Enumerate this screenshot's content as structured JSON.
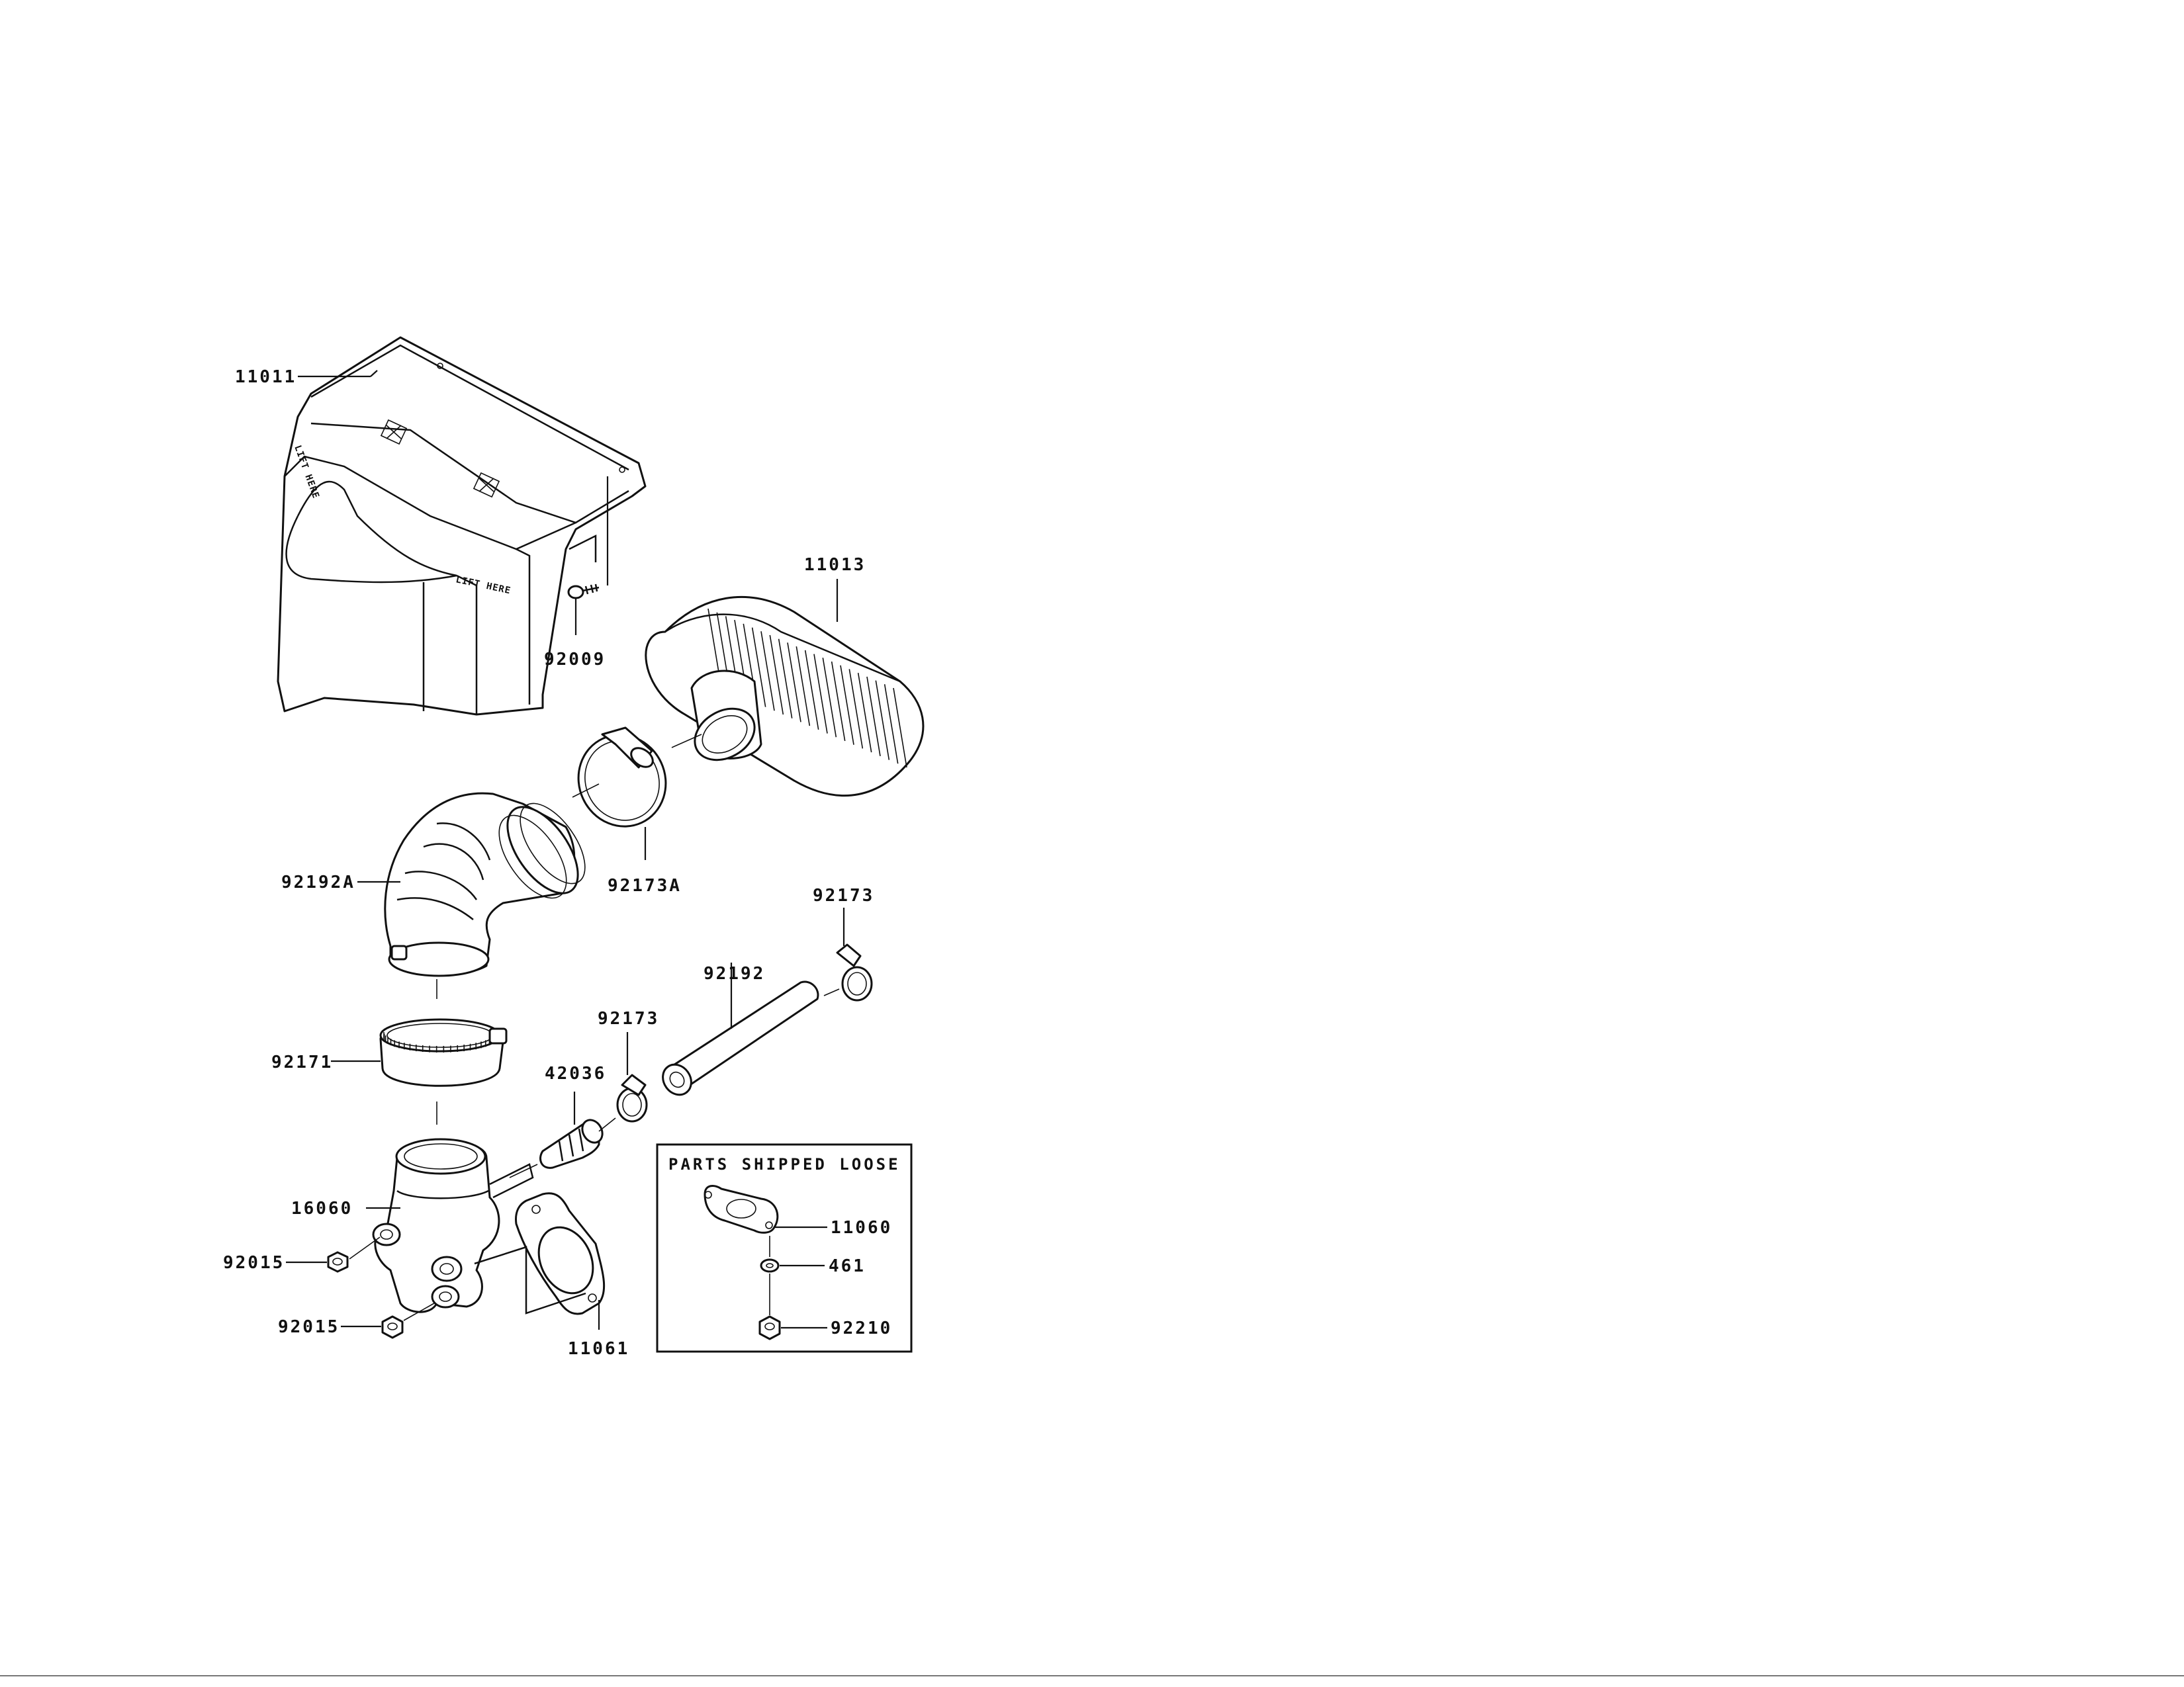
{
  "parts": {
    "p11011": "11011",
    "p92009": "92009",
    "p11013": "11013",
    "p92173A": "92173A",
    "p92192A": "92192A",
    "p92173_top": "92173",
    "p92192": "92192",
    "p92173_mid": "92173",
    "p92171": "92171",
    "p42036": "42036",
    "p16060": "16060",
    "p92015_a": "92015",
    "p92015_b": "92015",
    "p11061": "11061"
  },
  "loose_box": {
    "title": "PARTS SHIPPED LOOSE",
    "p11060": "11060",
    "p461": "461",
    "p92210": "92210"
  },
  "cover_stamp": "LIFT HERE"
}
